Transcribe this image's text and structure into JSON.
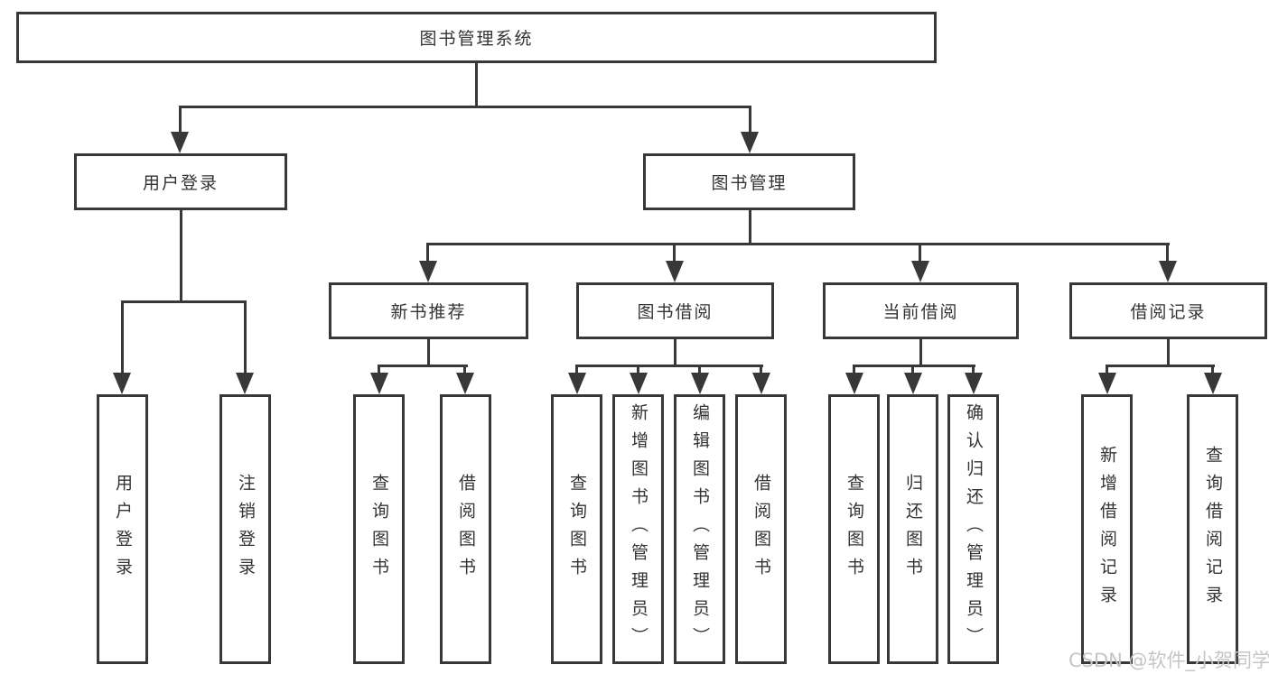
{
  "watermark": "CSDN @软件_小贺同学",
  "colors": {
    "line": "#383838",
    "text": "#333333",
    "watermark": "#c5c5c5",
    "background": "#ffffff"
  },
  "tree": {
    "label": "图书管理系统",
    "children": [
      {
        "label": "用户登录",
        "children": [
          {
            "label": "用户登录"
          },
          {
            "label": "注销登录"
          }
        ]
      },
      {
        "label": "图书管理",
        "children": [
          {
            "label": "新书推荐",
            "children": [
              {
                "label": "查询图书"
              },
              {
                "label": "借阅图书"
              }
            ]
          },
          {
            "label": "图书借阅",
            "children": [
              {
                "label": "查询图书"
              },
              {
                "label": "新增图书（管理员）"
              },
              {
                "label": "编辑图书（管理员）"
              },
              {
                "label": "借阅图书"
              }
            ]
          },
          {
            "label": "当前借阅",
            "children": [
              {
                "label": "查询图书"
              },
              {
                "label": "归还图书"
              },
              {
                "label": "确认归还（管理员）"
              }
            ]
          },
          {
            "label": "借阅记录",
            "children": [
              {
                "label": "新增借阅记录"
              },
              {
                "label": "查询借阅记录"
              }
            ]
          }
        ]
      }
    ]
  }
}
